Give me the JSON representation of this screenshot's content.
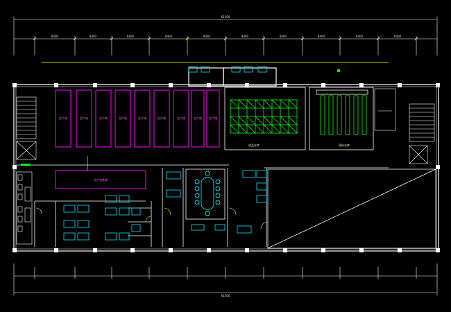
{
  "drawing": {
    "colors": {
      "background": "#000000",
      "wall": "#ffffff",
      "dimension": "#ffffff",
      "dimension_text": "#e6e6a0",
      "production_line": "#ff00ff",
      "shelving": "#00ff00",
      "furniture": "#00e5ff",
      "door": "#ffff00",
      "note": "#ffff66"
    },
    "labels": {
      "production_line": "生产线",
      "packaging_line": "生产包装线",
      "finished_goods_store": "成品仓库",
      "raw_material_store": "原料仓库"
    },
    "dimensions": {
      "overall_top": "61500",
      "overall_bottom": "61500",
      "bay": "8400"
    }
  }
}
